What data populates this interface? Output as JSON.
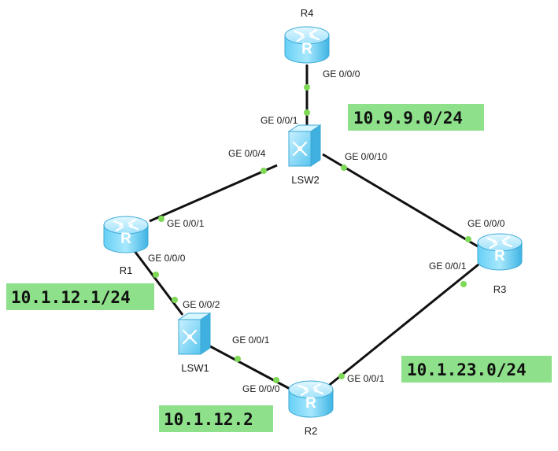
{
  "colors": {
    "note_bg": "#8ee08a",
    "link": "#111111",
    "port_dot": "#7ed957",
    "device_top": "#bfefff",
    "device_side": "#4cc2ec"
  },
  "devices": {
    "r4": {
      "label": "R4",
      "icon": "router-icon"
    },
    "lsw2": {
      "label": "LSW2",
      "icon": "switch-icon"
    },
    "r1": {
      "label": "R1",
      "icon": "router-icon"
    },
    "r3": {
      "label": "R3",
      "icon": "router-icon"
    },
    "lsw1": {
      "label": "LSW1",
      "icon": "switch-icon"
    },
    "r2": {
      "label": "R2",
      "icon": "router-icon"
    }
  },
  "ports": {
    "r4_ge000": "GE 0/0/0",
    "lsw2_ge001": "GE 0/0/1",
    "lsw2_ge004": "GE 0/0/4",
    "lsw2_ge0010": "GE 0/0/10",
    "r1_ge001": "GE 0/0/1",
    "r1_ge000": "GE 0/0/0",
    "r3_ge000": "GE 0/0/0",
    "r3_ge001": "GE 0/0/1",
    "lsw1_ge002": "GE 0/0/2",
    "lsw1_ge001": "GE 0/0/1",
    "r2_ge000": "GE 0/0/0",
    "r2_ge001": "GE 0/0/1"
  },
  "notes": {
    "net_top": "10.9.9.0/24",
    "r1_addr": "10.1.12.1/24",
    "net_right": "10.1.23.0/24",
    "r2_addr": "10.1.12.2"
  }
}
